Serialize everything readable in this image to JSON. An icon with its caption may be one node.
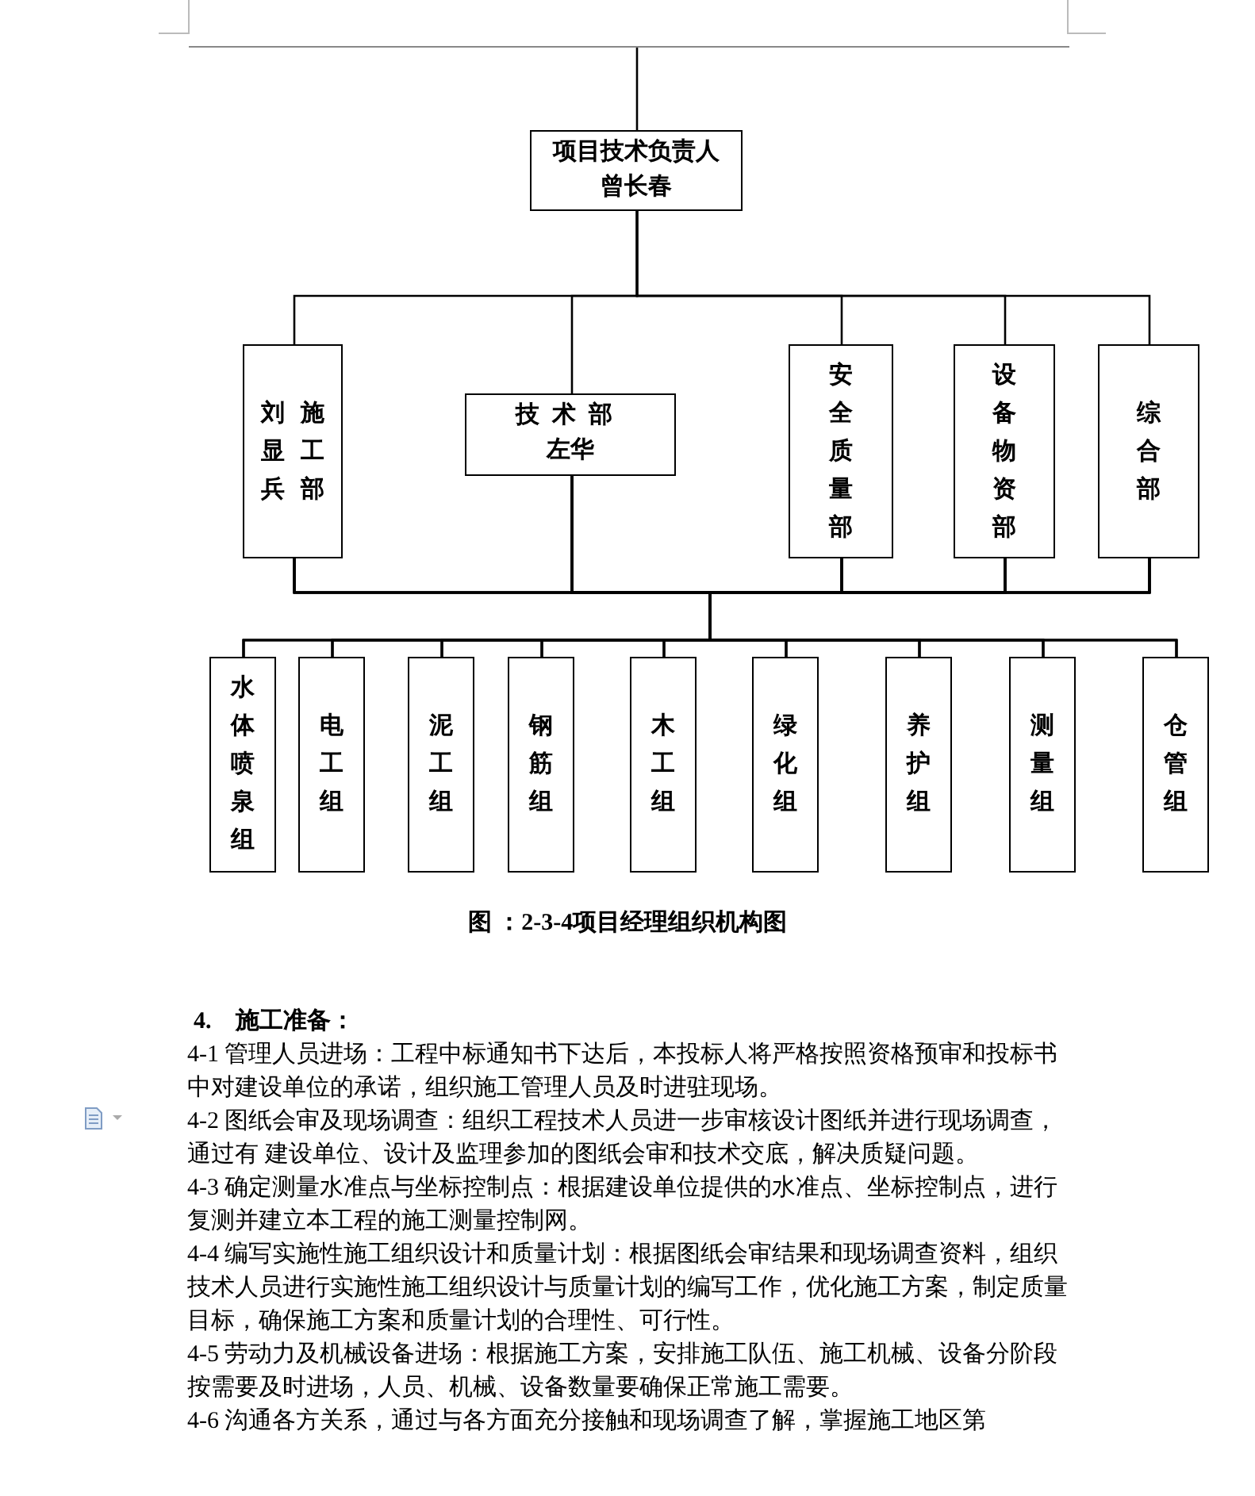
{
  "diagram": {
    "caption": "图 ：2-3-4项目经理组织机构图",
    "nodes": [
      {
        "text": [
          "项目技术负责人",
          "曾长春"
        ]
      },
      {
        "text": [
          "刘显兵",
          "施工部"
        ]
      },
      {
        "text": [
          "技术部",
          "左华"
        ]
      },
      {
        "text": [
          "安全质量部"
        ]
      },
      {
        "text": [
          "设备物资部"
        ]
      },
      {
        "text": [
          "综合部"
        ]
      },
      {
        "text": [
          "水体喷泉组"
        ]
      },
      {
        "text": [
          "电工组"
        ]
      },
      {
        "text": [
          "泥工组"
        ]
      },
      {
        "text": [
          "钢筋组"
        ]
      },
      {
        "text": [
          "木工组"
        ]
      },
      {
        "text": [
          "绿化组"
        ]
      },
      {
        "text": [
          "养护组"
        ]
      },
      {
        "text": [
          "测量组"
        ]
      },
      {
        "text": [
          "仓管组"
        ]
      }
    ],
    "edges": [
      {
        "from": null,
        "to": 0,
        "arrow": "none"
      },
      {
        "from": 0,
        "to": 1,
        "arrow": "none"
      },
      {
        "from": 0,
        "to": 2,
        "arrow": "none"
      },
      {
        "from": 0,
        "to": 3,
        "arrow": "none"
      },
      {
        "from": 0,
        "to": 4,
        "arrow": "none"
      },
      {
        "from": 0,
        "to": 5,
        "arrow": "none"
      },
      {
        "from": 1,
        "to": 6,
        "arrow": "none"
      },
      {
        "from": 1,
        "to": 7,
        "arrow": "none"
      },
      {
        "from": 1,
        "to": 8,
        "arrow": "none"
      },
      {
        "from": 1,
        "to": 9,
        "arrow": "none"
      },
      {
        "from": 1,
        "to": 10,
        "arrow": "none"
      },
      {
        "from": 1,
        "to": 11,
        "arrow": "none"
      },
      {
        "from": 1,
        "to": 12,
        "arrow": "none"
      },
      {
        "from": 1,
        "to": 13,
        "arrow": "none"
      },
      {
        "from": 1,
        "to": 14,
        "arrow": "none"
      },
      {
        "from": 2,
        "to": 6,
        "arrow": "none"
      },
      {
        "from": 2,
        "to": 7,
        "arrow": "none"
      },
      {
        "from": 2,
        "to": 8,
        "arrow": "none"
      },
      {
        "from": 2,
        "to": 9,
        "arrow": "none"
      },
      {
        "from": 2,
        "to": 10,
        "arrow": "none"
      },
      {
        "from": 2,
        "to": 11,
        "arrow": "none"
      },
      {
        "from": 2,
        "to": 12,
        "arrow": "none"
      },
      {
        "from": 2,
        "to": 13,
        "arrow": "none"
      },
      {
        "from": 2,
        "to": 14,
        "arrow": "none"
      },
      {
        "from": 3,
        "to": 6,
        "arrow": "none"
      },
      {
        "from": 3,
        "to": 7,
        "arrow": "none"
      },
      {
        "from": 3,
        "to": 8,
        "arrow": "none"
      },
      {
        "from": 3,
        "to": 9,
        "arrow": "none"
      },
      {
        "from": 3,
        "to": 10,
        "arrow": "none"
      },
      {
        "from": 3,
        "to": 11,
        "arrow": "none"
      },
      {
        "from": 3,
        "to": 12,
        "arrow": "none"
      },
      {
        "from": 3,
        "to": 13,
        "arrow": "none"
      },
      {
        "from": 3,
        "to": 14,
        "arrow": "none"
      },
      {
        "from": 4,
        "to": 6,
        "arrow": "none"
      },
      {
        "from": 4,
        "to": 7,
        "arrow": "none"
      },
      {
        "from": 4,
        "to": 8,
        "arrow": "none"
      },
      {
        "from": 4,
        "to": 9,
        "arrow": "none"
      },
      {
        "from": 4,
        "to": 10,
        "arrow": "none"
      },
      {
        "from": 4,
        "to": 11,
        "arrow": "none"
      },
      {
        "from": 4,
        "to": 12,
        "arrow": "none"
      },
      {
        "from": 4,
        "to": 13,
        "arrow": "none"
      },
      {
        "from": 4,
        "to": 14,
        "arrow": "none"
      },
      {
        "from": 5,
        "to": 6,
        "arrow": "none"
      },
      {
        "from": 5,
        "to": 7,
        "arrow": "none"
      },
      {
        "from": 5,
        "to": 8,
        "arrow": "none"
      },
      {
        "from": 5,
        "to": 9,
        "arrow": "none"
      },
      {
        "from": 5,
        "to": 10,
        "arrow": "none"
      },
      {
        "from": 5,
        "to": 11,
        "arrow": "none"
      },
      {
        "from": 5,
        "to": 12,
        "arrow": "none"
      },
      {
        "from": 5,
        "to": 13,
        "arrow": "none"
      },
      {
        "from": 5,
        "to": 14,
        "arrow": "none"
      }
    ],
    "labels": [
      "4.　施工准备：",
      "4-1 管理人员进场：工程中标通知书下达后，本投标人将严格按照资格预审和投标书中对建设单位的承诺，组织施工管理人员及时进驻现场。",
      "4-2 图纸会审及现场调查：组织工程技术人员进一步审核设计图纸并进行现场调查，通过有 建设单位、设计及监理参加的图纸会审和技术交底，解决质疑问题。",
      "4-3 确定测量水准点与坐标控制点：根据建设单位提供的水准点、坐标控制点，进行复测并建立本工程的施工测量控制网。",
      "4-4 编写实施性施工组织设计和质量计划：根据图纸会审结果和现场调查资料，组织技术人员进行实施性施工组织设计与质量计划的编写工作，优化施工方案，制定质量目标，确保施工方案和质量计划的合理性、可行性。",
      "4-5 劳动力及机械设备进场：根据施工方案，安排施工队伍、施工机械、设备分阶段按需要及时进场，人员、机械、设备数量要确保正常施工需要。",
      "4-6 沟通各方关系，通过与各方面充分接触和现场调查了解，掌握施工地区第"
    ]
  }
}
